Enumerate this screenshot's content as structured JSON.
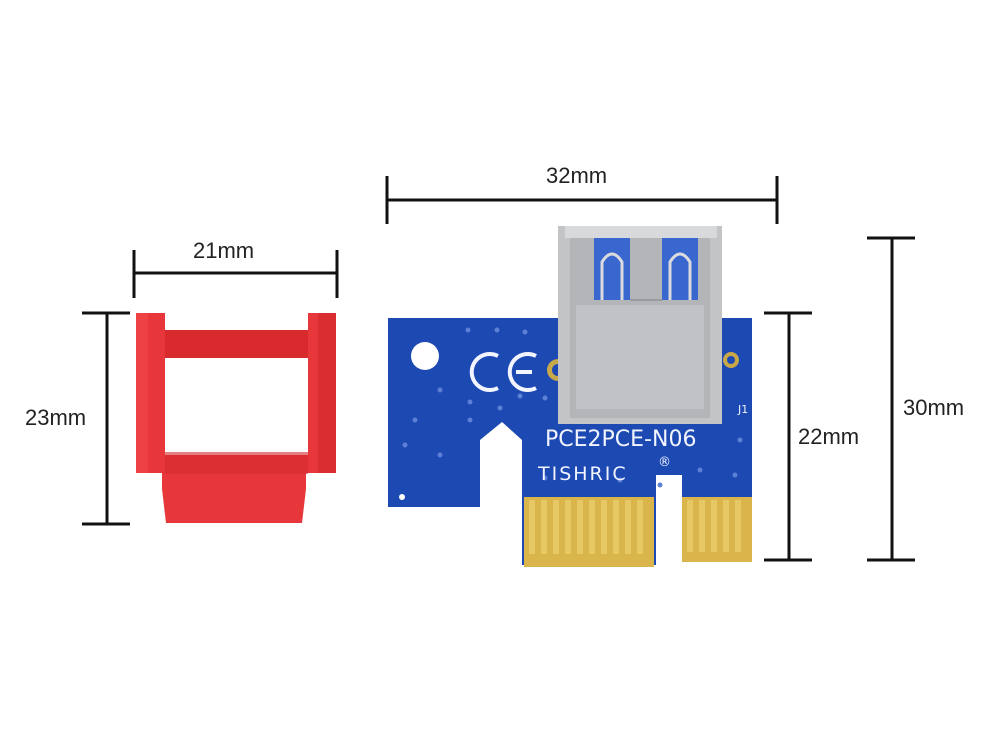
{
  "dimensions": {
    "clip_width": "21mm",
    "clip_height": "23mm",
    "board_width": "32mm",
    "board_height_pcb": "22mm",
    "board_height_total": "30mm"
  },
  "board": {
    "model": "PCE2PCE-N06",
    "brand": "TISHRIC",
    "registered": "®",
    "ref": "J1",
    "mark": "CE"
  },
  "colors": {
    "pcb": "#1d49b3",
    "clip": "#e8373a",
    "usb_shell": "#c2c4c6",
    "gold": "#d9b54c",
    "lines": "#111111"
  }
}
